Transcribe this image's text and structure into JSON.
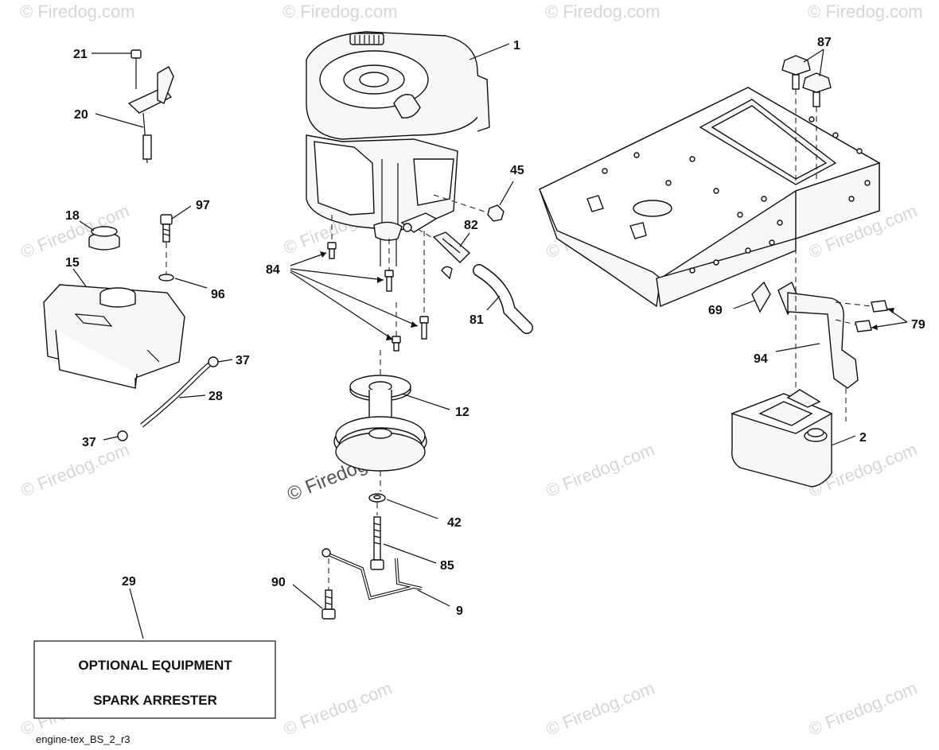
{
  "diagram": {
    "callouts": {
      "c1": "1",
      "c2": "2",
      "c9": "9",
      "c12": "12",
      "c15": "15",
      "c18": "18",
      "c20": "20",
      "c21": "21",
      "c28": "28",
      "c29": "29",
      "c37a": "37",
      "c37b": "37",
      "c42": "42",
      "c45": "45",
      "c69": "69",
      "c79": "79",
      "c81": "81",
      "c82": "82",
      "c84": "84",
      "c85": "85",
      "c87": "87",
      "c90": "90",
      "c94": "94",
      "c96": "96",
      "c97": "97"
    },
    "optional_box": {
      "line1": "OPTIONAL EQUIPMENT",
      "line2": "SPARK ARRESTER"
    },
    "footer_code": "engine-tex_BS_2_r3",
    "watermark": "© Firedog.com"
  }
}
